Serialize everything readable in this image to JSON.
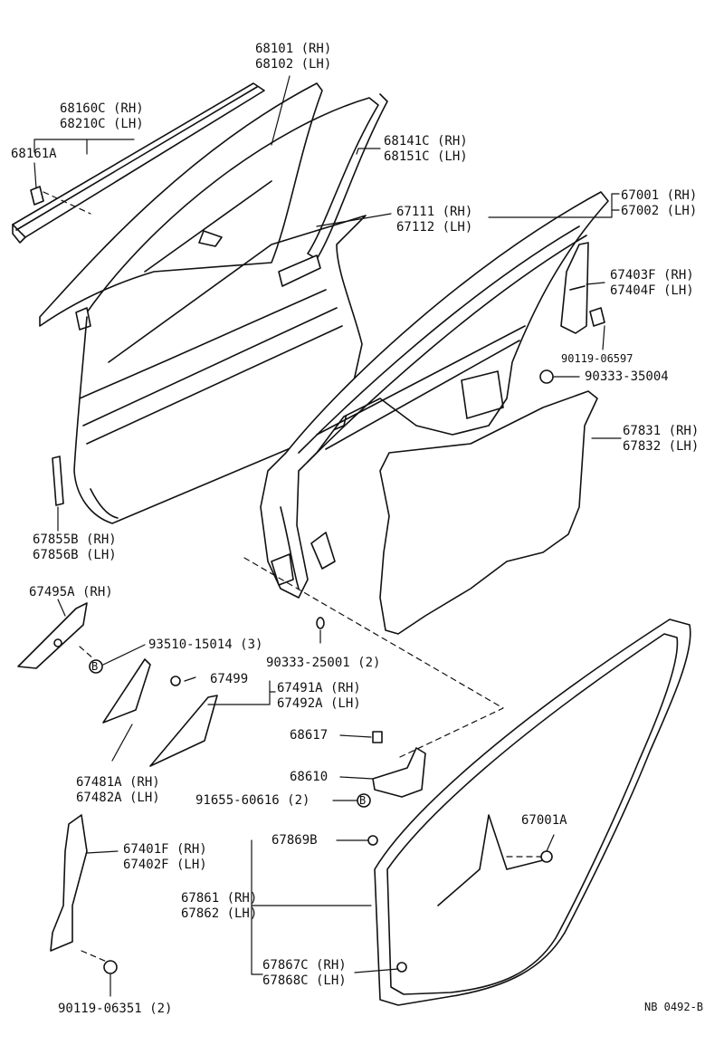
{
  "diagram": {
    "code": "NB 0492-B",
    "parts": {
      "p68101": [
        "68101 (RH)",
        "68102 (LH)"
      ],
      "p68160": [
        "68160C (RH)",
        "68210C (LH)"
      ],
      "p68161": "68161A",
      "p68141": [
        "68141C (RH)",
        "68151C (LH)"
      ],
      "p67111": [
        "67111 (RH)",
        "67112 (LH)"
      ],
      "p67001": [
        "67001 (RH)",
        "67002 (LH)"
      ],
      "p67403": [
        "67403F (RH)",
        "67404F (LH)"
      ],
      "p90119a": "90119-06597",
      "p90333a": "90333-35004",
      "p67831": [
        "67831 (RH)",
        "67832 (LH)"
      ],
      "p67855": [
        "67855B (RH)",
        "67856B (LH)"
      ],
      "p67495": "67495A (RH)",
      "p93510": "93510-15014 (3)",
      "p90333b": "90333-25001 (2)",
      "p67499": "67499",
      "p67491": [
        "67491A (RH)",
        "67492A (LH)"
      ],
      "p68617": "68617",
      "p68610": "68610",
      "p91655": "91655-60616 (2)",
      "p67481": [
        "67481A (RH)",
        "67482A (LH)"
      ],
      "p67001A": "67001A",
      "p67869": "67869B",
      "p67401": [
        "67401F (RH)",
        "67402F (LH)"
      ],
      "p67861": [
        "67861 (RH)",
        "67862 (LH)"
      ],
      "p67867": [
        "67867C (RH)",
        "67868C (LH)"
      ],
      "p90119b": "90119-06351 (2)"
    },
    "markers": {
      "bolt_ref": "B"
    }
  }
}
